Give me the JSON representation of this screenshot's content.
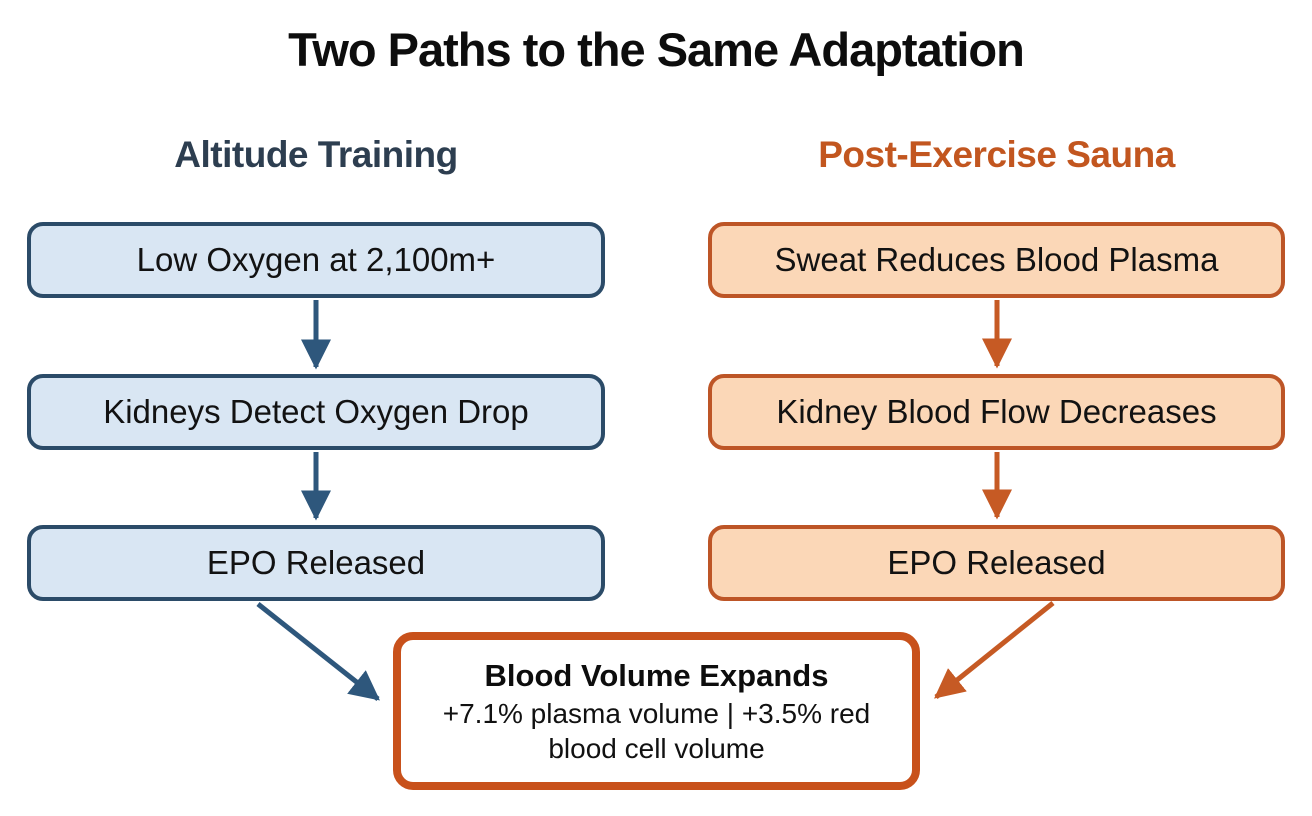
{
  "title": "Two Paths to the Same Adaptation",
  "left_column": {
    "header": "Altitude Training",
    "steps": [
      "Low Oxygen at 2,100m+",
      "Kidneys Detect Oxygen Drop",
      "EPO Released"
    ]
  },
  "right_column": {
    "header": "Post-Exercise Sauna",
    "steps": [
      "Sweat Reduces Blood Plasma",
      "Kidney Blood Flow Decreases",
      "EPO Released"
    ]
  },
  "result_box": {
    "title": "Blood Volume Expands",
    "subtitle": "+7.1% plasma volume | +3.5% red blood cell volume"
  },
  "colors": {
    "left_header_text": "#2d3e50",
    "left_box_fill": "#d9e6f3",
    "left_box_border": "#2b4b68",
    "left_arrow": "#2e577c",
    "right_header_text": "#c2561f",
    "right_box_fill": "#fbd7b7",
    "right_box_border": "#bd5526",
    "right_arrow": "#c65a24",
    "result_border": "#c8511b",
    "title_text": "#0d0d0d",
    "background": "#ffffff"
  }
}
